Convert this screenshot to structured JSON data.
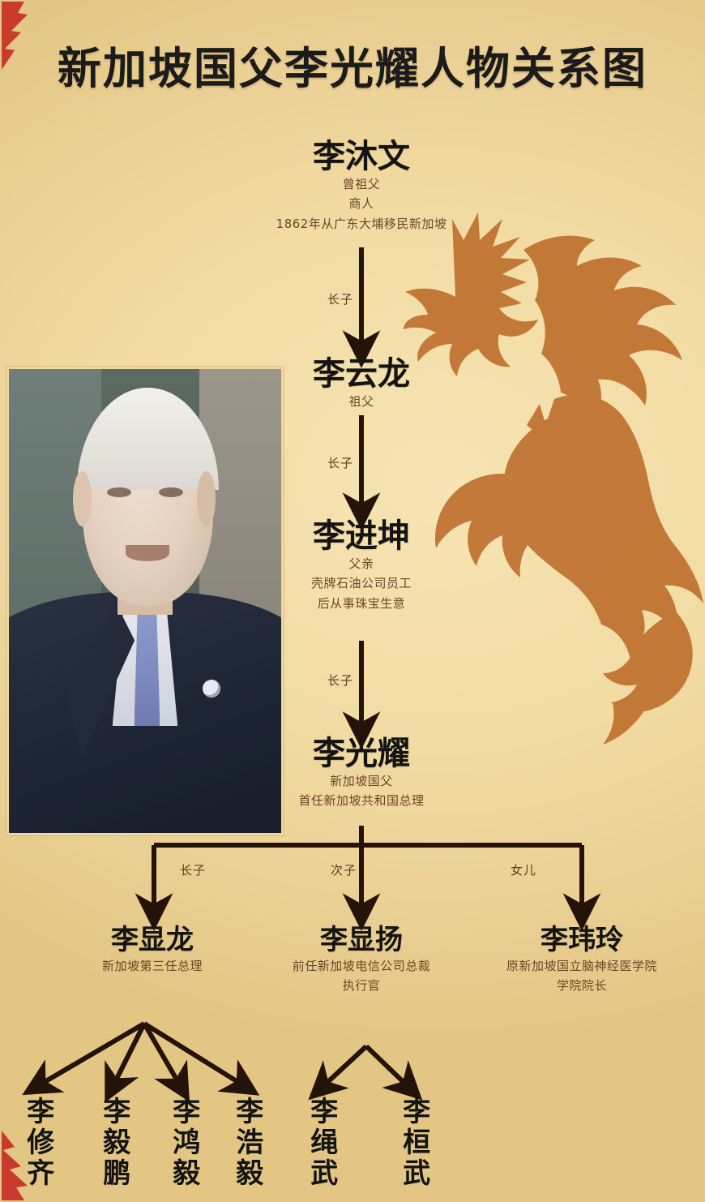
{
  "title": "新加坡国父李光耀人物关系图",
  "colors": {
    "background": "#f2dca6",
    "dragon": "#c07433",
    "title_text": "#141414",
    "subtitle_text": "#6d4626",
    "line": "#241308",
    "seal_red": "#c4231f"
  },
  "portrait": {
    "alt": "李光耀肖像"
  },
  "nodes": {
    "great_grandfather": {
      "name": "李沐文",
      "sub1": "曾祖父",
      "sub2": "商人",
      "sub3": "1862年从广东大埔移民新加坡"
    },
    "grandfather": {
      "name": "李云龙",
      "sub1": "祖父"
    },
    "father": {
      "name": "李进坤",
      "sub1": "父亲",
      "sub2": "壳牌石油公司员工",
      "sub3": "后从事珠宝生意"
    },
    "self": {
      "name": "李光耀",
      "sub1": "新加坡国父",
      "sub2": "首任新加坡共和国总理"
    },
    "child1": {
      "name": "李显龙",
      "sub1": "新加坡第三任总理"
    },
    "child2": {
      "name": "李显扬",
      "sub1": "前任新加坡电信公司总裁",
      "sub2": "执行官"
    },
    "child3": {
      "name": "李玮玲",
      "sub1": "原新加坡国立脑神经医学院",
      "sub2": "学院院长"
    }
  },
  "grandchildren": [
    {
      "name": "李修齐"
    },
    {
      "name": "李毅鹏"
    },
    {
      "name": "李鸿毅"
    },
    {
      "name": "李浩毅"
    },
    {
      "name": "李绳武"
    },
    {
      "name": "李桓武"
    }
  ],
  "edges": [
    {
      "id": "e1",
      "label": "长子"
    },
    {
      "id": "e2",
      "label": "长子"
    },
    {
      "id": "e3",
      "label": "长子"
    },
    {
      "id": "e4",
      "label": "长子"
    },
    {
      "id": "e5",
      "label": "次子"
    },
    {
      "id": "e6",
      "label": "女儿"
    }
  ]
}
